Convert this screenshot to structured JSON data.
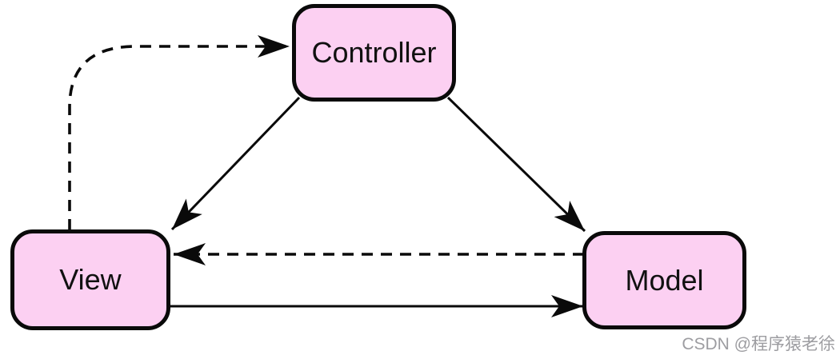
{
  "diagram": {
    "nodes": [
      {
        "id": "controller",
        "label": "Controller"
      },
      {
        "id": "view",
        "label": "View"
      },
      {
        "id": "model",
        "label": "Model"
      }
    ],
    "edges": [
      {
        "from": "view",
        "to": "controller",
        "style": "dashed"
      },
      {
        "from": "controller",
        "to": "view",
        "style": "solid"
      },
      {
        "from": "controller",
        "to": "model",
        "style": "solid"
      },
      {
        "from": "model",
        "to": "view",
        "style": "dashed"
      },
      {
        "from": "view",
        "to": "model",
        "style": "solid"
      }
    ],
    "colors": {
      "node_fill": "#fcd0f2",
      "node_border": "#0a0a0a",
      "edge": "#0a0a0a"
    }
  },
  "watermark": {
    "text": "CSDN @程序猿老徐",
    "color": "#9d9da1"
  }
}
